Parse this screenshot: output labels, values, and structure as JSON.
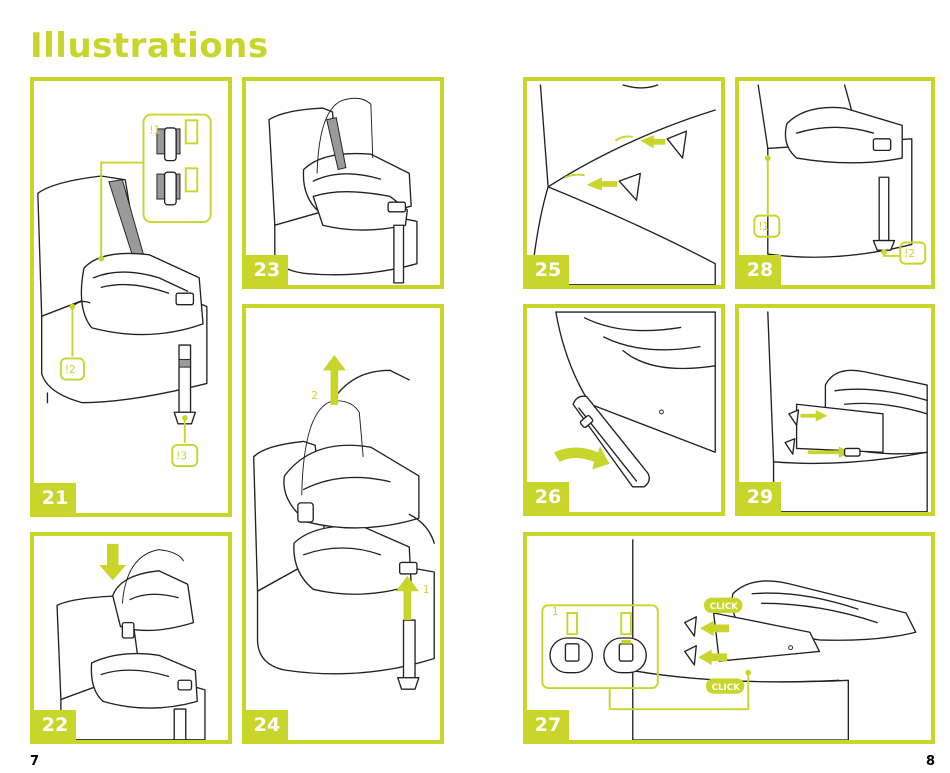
{
  "page": {
    "title": "Illustrations",
    "left_page_number": "7",
    "right_page_number": "8",
    "accent_color": "#c8d62b"
  },
  "panels": [
    {
      "id": "21",
      "label": "21",
      "callouts": [
        "!1",
        "!2",
        "!3"
      ]
    },
    {
      "id": "22",
      "label": "22"
    },
    {
      "id": "23",
      "label": "23"
    },
    {
      "id": "24",
      "label": "24",
      "step_labels": [
        "2",
        "1"
      ]
    },
    {
      "id": "25",
      "label": "25"
    },
    {
      "id": "26",
      "label": "26"
    },
    {
      "id": "27",
      "label": "27",
      "step_labels": [
        "1"
      ],
      "click_labels": [
        "CLICK",
        "CLICK"
      ]
    },
    {
      "id": "28",
      "label": "28",
      "callouts": [
        "!1",
        "!2"
      ]
    },
    {
      "id": "29",
      "label": "29"
    }
  ]
}
